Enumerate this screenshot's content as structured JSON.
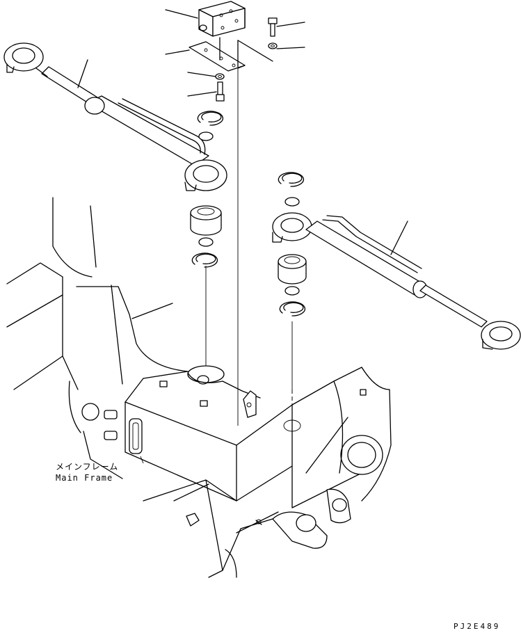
{
  "labels": {
    "main_frame_jp": "メインフレーム",
    "main_frame_en": "Main Frame",
    "drawing_code": "PJ2E489"
  },
  "colors": {
    "line": "#000000",
    "background": "#ffffff"
  }
}
